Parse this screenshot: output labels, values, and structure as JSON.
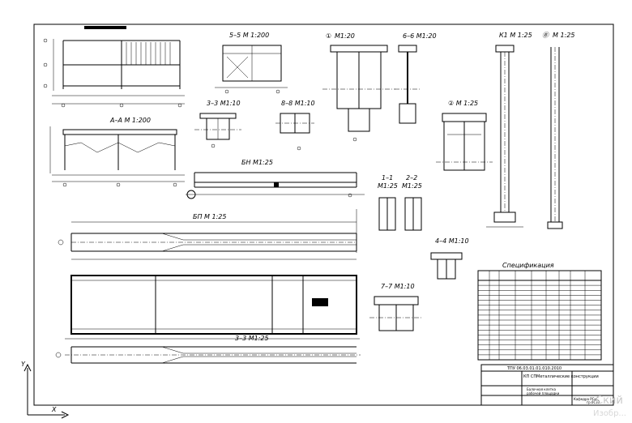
{
  "views": {
    "v55": "5–5 М 1:200",
    "v11a": "①",
    "v11b": "М1:20",
    "v66": "6–6 М1:20",
    "vK1": "К1 М 1:25",
    "vB1a": "Ⓑ",
    "vB1b": "М 1:25",
    "vAA": "А–А М 1:200",
    "v33s": "3–3 М1:10",
    "v88": "8–8 М1:10",
    "v2": "② М 1:25",
    "vBN": "БН М1:25",
    "vBP": "БП М 1:25",
    "v1": "1–1",
    "v1m": "М1:25",
    "v2s": "2–2",
    "v2m": "М1:25",
    "v44": "4–4 М1:10",
    "v77": "7–7 М1:10",
    "v33": "3–3 М1:25"
  },
  "spec": {
    "title": "Спецификация",
    "rows": 16
  },
  "stamp": {
    "code": "ТПУ 06.03.01.01.010.2010",
    "sheet_code": "КП СП",
    "title": "Металлические конструкции",
    "subtitle1": "Балочная клетка",
    "subtitle2": "рабочей площадки",
    "org": "Кафедра РСиС",
    "group": "гр.0С12"
  },
  "watermark": {
    "text1": "Ский",
    "text2": "Изобр..."
  },
  "axis": {
    "y": "Y",
    "x": "X"
  },
  "colors": {
    "ink": "#000000",
    "paper": "#ffffff",
    "watermark": "#c8c8c8"
  }
}
